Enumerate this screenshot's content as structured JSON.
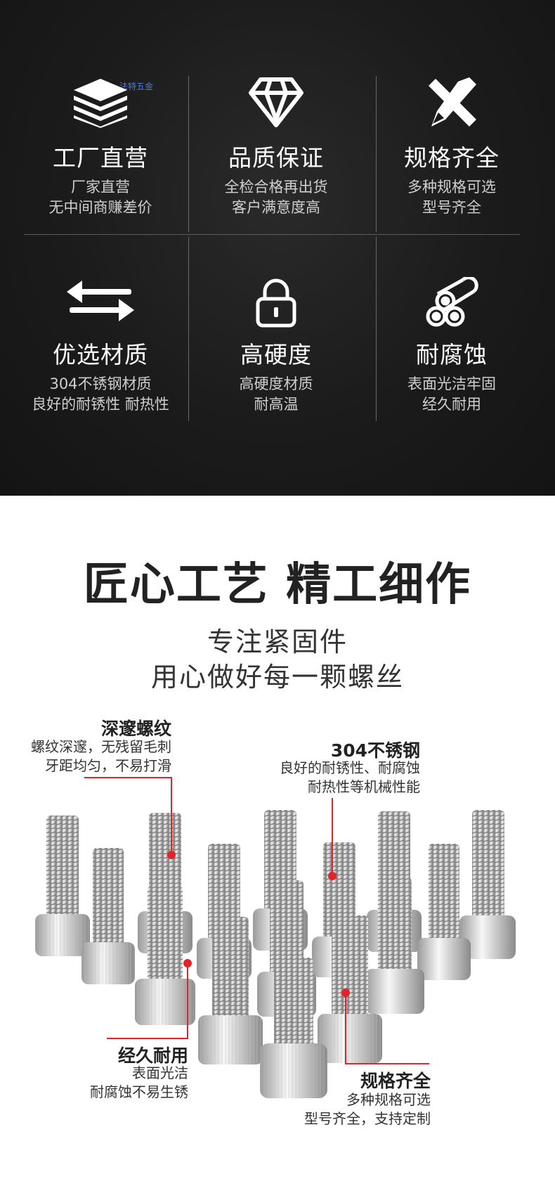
{
  "watermark": "法特五金",
  "features": [
    {
      "title": "工厂直营",
      "line1": "厂家直营",
      "line2": "无中间商赚差价",
      "icon": "stacked-layers-icon"
    },
    {
      "title": "品质保证",
      "line1": "全检合格再出货",
      "line2": "客户满意度高",
      "icon": "diamond-icon"
    },
    {
      "title": "规格齐全",
      "line1": "多种规格可选",
      "line2": "型号齐全",
      "icon": "pencil-ruler-icon"
    },
    {
      "title": "优选材质",
      "line1": "304不锈钢材质",
      "line2": "良好的耐锈性 耐热性",
      "icon": "exchange-arrows-icon"
    },
    {
      "title": "高硬度",
      "line1": "高硬度材质",
      "line2": "耐高温",
      "icon": "padlock-icon"
    },
    {
      "title": "耐腐蚀",
      "line1": "表面光洁牢固",
      "line2": "经久耐用",
      "icon": "pipes-icon"
    }
  ],
  "headline": "匠心工艺 精工细作",
  "subline1": "专注紧固件",
  "subline2": "用心做好每一颗螺丝",
  "callouts": {
    "thread": {
      "title": "深邃螺纹",
      "line1": "螺纹深邃，无残留毛刺",
      "line2": "牙距均匀，不易打滑"
    },
    "steel": {
      "title": "304不锈钢",
      "line1": "良好的耐锈性、耐腐蚀",
      "line2": "耐热性等机械性能"
    },
    "durable": {
      "title": "经久耐用",
      "line1": "表面光洁",
      "line2": "耐腐蚀不易生锈"
    },
    "specs": {
      "title": "规格齐全",
      "line1": "多种规格可选",
      "line2": "型号齐全，支持定制"
    }
  },
  "colors": {
    "accent_red": "#e3232a",
    "dark_bg": "#1b1b1b"
  }
}
